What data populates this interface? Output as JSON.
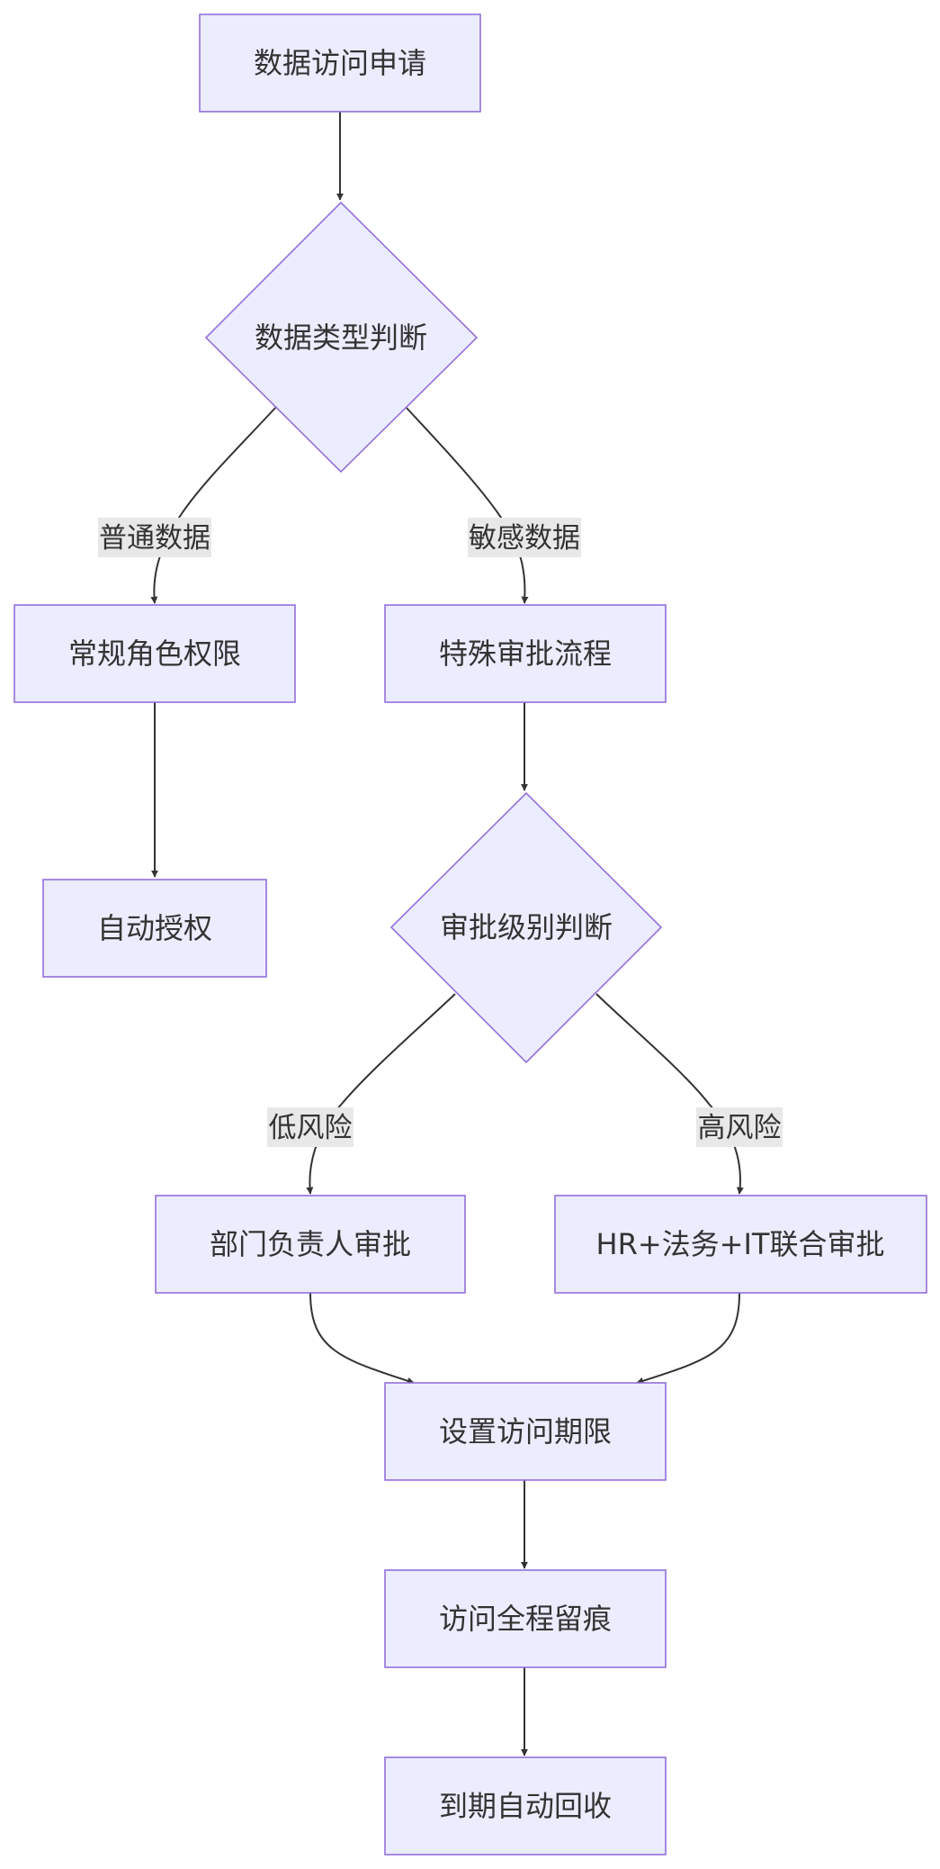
{
  "flowchart": {
    "nodes": {
      "request": "数据访问申请",
      "type_decision": "数据类型判断",
      "regular_role": "常规角色权限",
      "special_approval": "特殊审批流程",
      "auto_grant": "自动授权",
      "level_decision": "审批级别判断",
      "dept_approval": "部门负责人审批",
      "joint_approval": "HR+法务+IT联合审批",
      "set_period": "设置访问期限",
      "audit_trail": "访问全程留痕",
      "auto_revoke": "到期自动回收"
    },
    "edge_labels": {
      "normal_data": "普通数据",
      "sensitive_data": "敏感数据",
      "low_risk": "低风险",
      "high_risk": "高风险"
    }
  },
  "colors": {
    "node_fill": "#ececff",
    "node_stroke": "#9370db",
    "edge": "#333333",
    "text": "#333333",
    "label_bg": "#e8e8e8"
  }
}
